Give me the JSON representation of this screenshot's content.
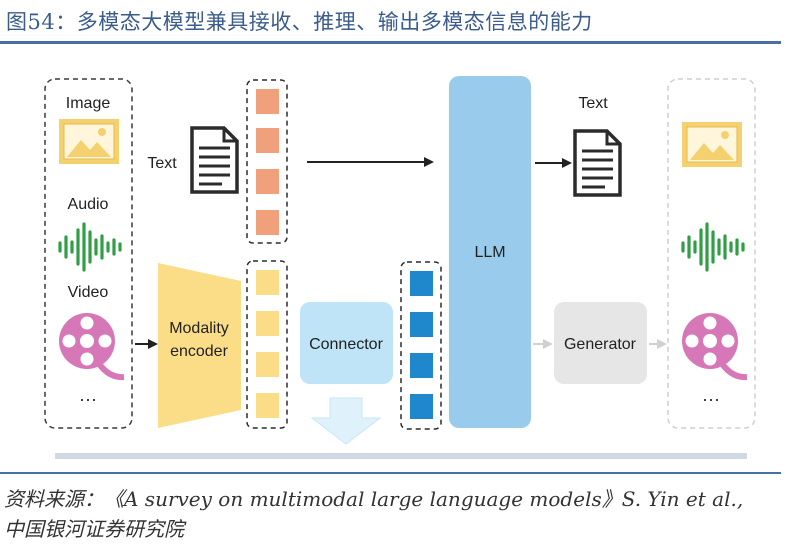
{
  "figure": {
    "title": "图54：多模态大模型兼具接收、推理、输出多模态信息的能力",
    "source_line1": "资料来源：《A survey on multimodal large language models》S. Yin et al.,",
    "source_line2": "中国银河证券研究院"
  },
  "diagram": {
    "input_labels": {
      "image": "Image",
      "audio": "Audio",
      "video": "Video",
      "more": "···"
    },
    "text_in": "Text",
    "encoder": [
      "Modality",
      "encoder"
    ],
    "connector": "Connector",
    "llm": "LLM",
    "text_out": "Text",
    "generator": "Generator",
    "output_more": "···",
    "colors": {
      "text_token": "#f0a07a",
      "modality_token": "#fbdd88",
      "connector_token": "#1f87cc",
      "llm": "#98cbec",
      "connector": "#bfe3f7",
      "generator": "#e6e6e6",
      "image_icon": "#f4d06f",
      "audio_icon": "#2f9e44",
      "video_icon": "#d678b8"
    }
  }
}
